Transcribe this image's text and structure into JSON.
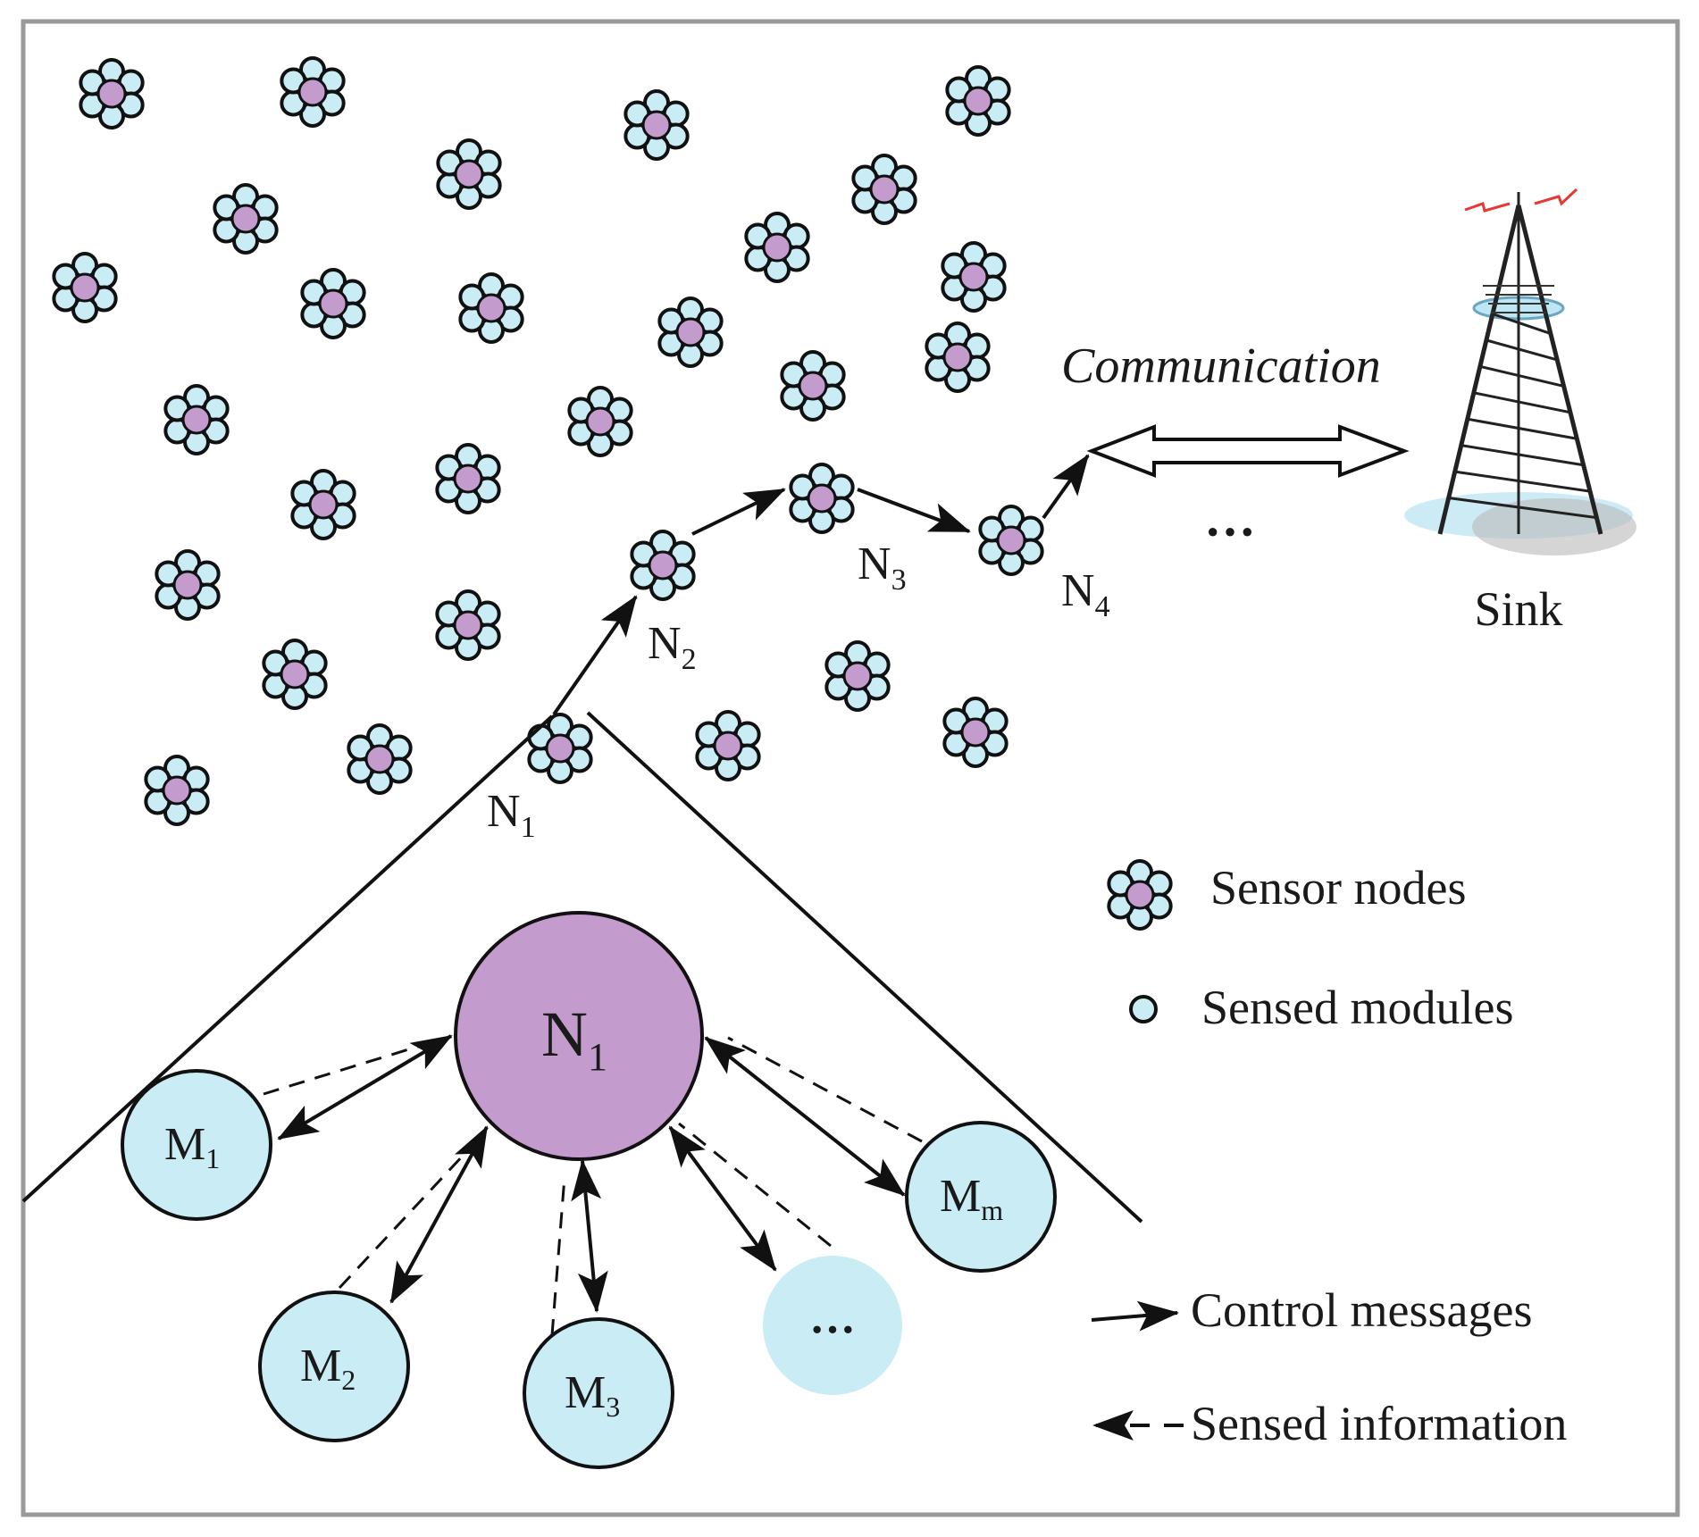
{
  "colors": {
    "hub": "#c39bcc",
    "module": "#c9ecf5",
    "ink": "#111111",
    "frame": "#9a9a9a",
    "signal": "#e53935",
    "tower_base": "#bfe6f3"
  },
  "labels": {
    "communication": "Communication",
    "sink": "Sink",
    "ellipsis_path": "···",
    "ellipsis_module": "···"
  },
  "path_nodes": [
    {
      "id": "n1",
      "letter": "N",
      "sub": "1"
    },
    {
      "id": "n2",
      "letter": "N",
      "sub": "2"
    },
    {
      "id": "n3",
      "letter": "N",
      "sub": "3"
    },
    {
      "id": "n4",
      "letter": "N",
      "sub": "4"
    }
  ],
  "hub": {
    "letter": "N",
    "sub": "1"
  },
  "modules": [
    {
      "id": "m1",
      "letter": "M",
      "sub": "1"
    },
    {
      "id": "m2",
      "letter": "M",
      "sub": "2"
    },
    {
      "id": "m3",
      "letter": "M",
      "sub": "3"
    },
    {
      "id": "mm",
      "letter": "M",
      "sub": "m"
    }
  ],
  "legend": {
    "sensor_nodes": "Sensor nodes",
    "sensed_modules": "Sensed modules",
    "control_messages": "Control messages",
    "sensed_information": "Sensed information"
  }
}
